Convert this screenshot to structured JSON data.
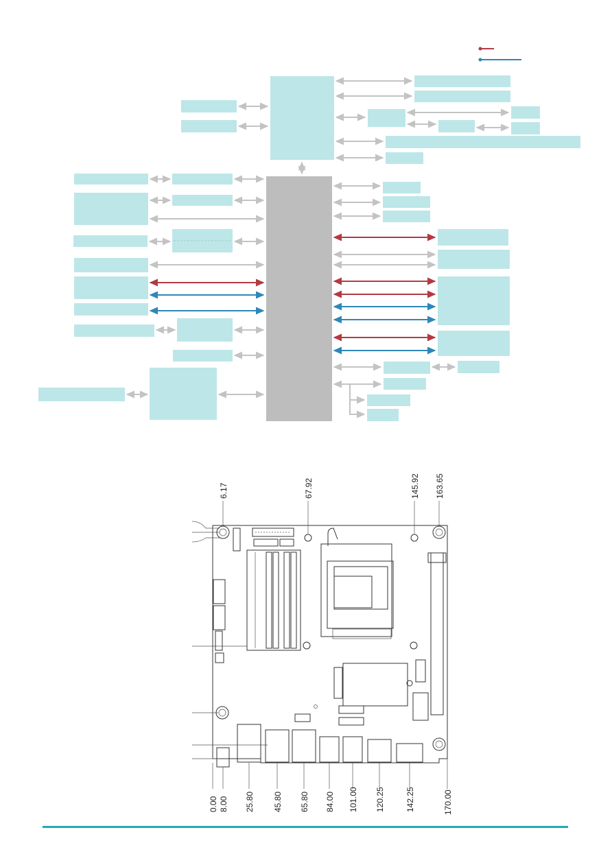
{
  "colors": {
    "block_fill": "#bde6e8",
    "hub_fill": "#bdbdbd",
    "arrow_gray": "#c3c3c3",
    "arrow_red": "#b33a44",
    "arrow_blue": "#2f86b8",
    "footer_line": "#1fa9b4"
  },
  "legend": {
    "items": [
      {
        "name": "legend-red-line",
        "color": "#b33a44"
      },
      {
        "name": "legend-blue-line",
        "color": "#2f86b8"
      }
    ]
  },
  "block_diagram": {
    "labels_visible": false
  },
  "board_dimensions": {
    "top_dims": [
      "6.17",
      "67.92",
      "145.92",
      "163.65"
    ],
    "bottom_dims": [
      "0.00",
      "8.00",
      "25.80",
      "45.80",
      "65.80",
      "84.00",
      "101.00",
      "120.25",
      "142.25",
      "170.00"
    ]
  }
}
